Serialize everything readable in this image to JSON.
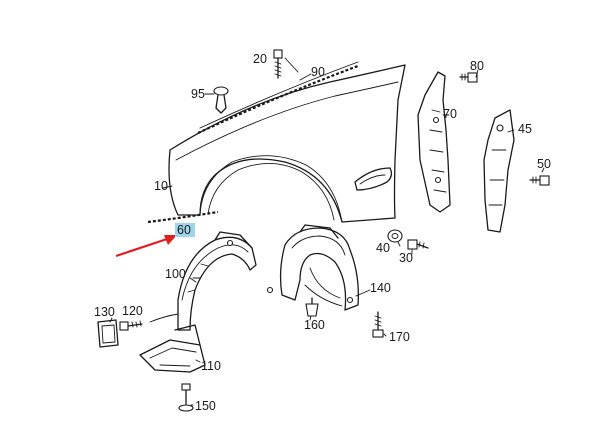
{
  "diagram": {
    "part_numbers": {
      "p10": "10",
      "p20": "20",
      "p30": "30",
      "p40": "40",
      "p45": "45",
      "p50": "50",
      "p60": "60",
      "p70": "70",
      "p80": "80",
      "p90": "90",
      "p95": "95",
      "p100": "100",
      "p110": "110",
      "p120": "120",
      "p130": "130",
      "p140": "140",
      "p150": "150",
      "p160": "160",
      "p170": "170"
    },
    "highlighted_part": "60",
    "colors": {
      "line": "#1a1a1a",
      "highlight": "#9fd3ea",
      "arrow": "#e02020",
      "background": "#ffffff"
    }
  }
}
